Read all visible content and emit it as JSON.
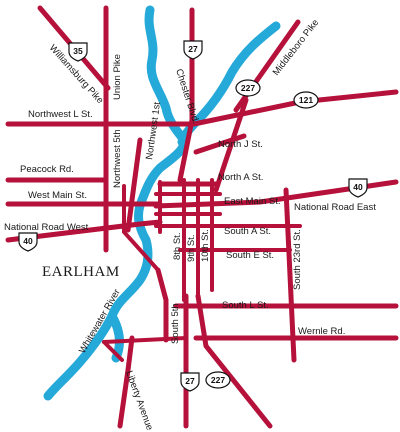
{
  "map": {
    "city_label": "EARLHAM",
    "streets": {
      "williamsburg": "Williamsburg Pike",
      "union": "Union Pike",
      "nw_l": "Northwest L St.",
      "nw_5": "Northwest 5th",
      "nw_1": "Northwest 1st",
      "chester": "Chester Blvd.",
      "middleboro": "Middleboro Pike",
      "north_j": "North J St.",
      "peacock": "Peacock Rd.",
      "north_a": "North A St.",
      "west_main": "West Main St.",
      "east_main": "East Main St.",
      "national_west": "National Road West",
      "national_east": "National Road East",
      "south_a": "South A St.",
      "south_e": "South E St.",
      "south_23": "South 23rd St.",
      "st8": "8th St.",
      "st9": "9th St.",
      "st10": "10th St.",
      "south_l": "South L St.",
      "wernle": "Wernle Rd.",
      "whitewater": "Whitewater River",
      "south_5": "South 5th",
      "liberty": "Liberty Avenue"
    },
    "shields": {
      "r35": "35",
      "r27_top": "27",
      "r227_top": "227",
      "r121": "121",
      "r40_east": "40",
      "r40_west": "40",
      "r27_bottom": "27",
      "r227_bottom": "227"
    },
    "colors": {
      "road": "#b5113a",
      "river": "#25a9d9",
      "background": "#ffffff"
    }
  }
}
